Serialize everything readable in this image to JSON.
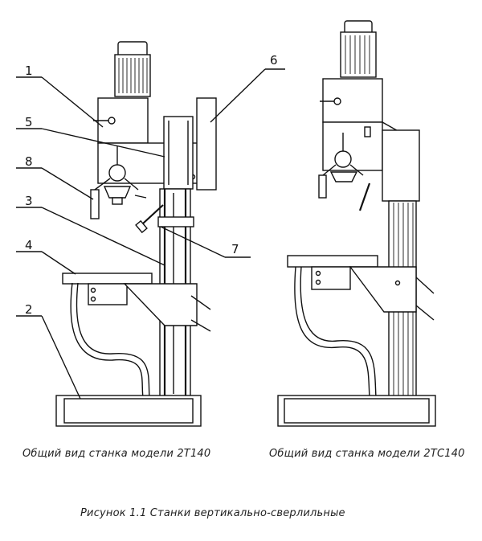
{
  "diagram": {
    "callouts": [
      "1",
      "2",
      "3",
      "4",
      "5",
      "6",
      "7",
      "8"
    ]
  },
  "captions": {
    "left_machine": "Общий вид станка модели 2Т140",
    "right_machine": "Общий вид станка модели 2ТС140",
    "figure": "Рисунок 1.1 Станки вертикально-сверлильные"
  }
}
